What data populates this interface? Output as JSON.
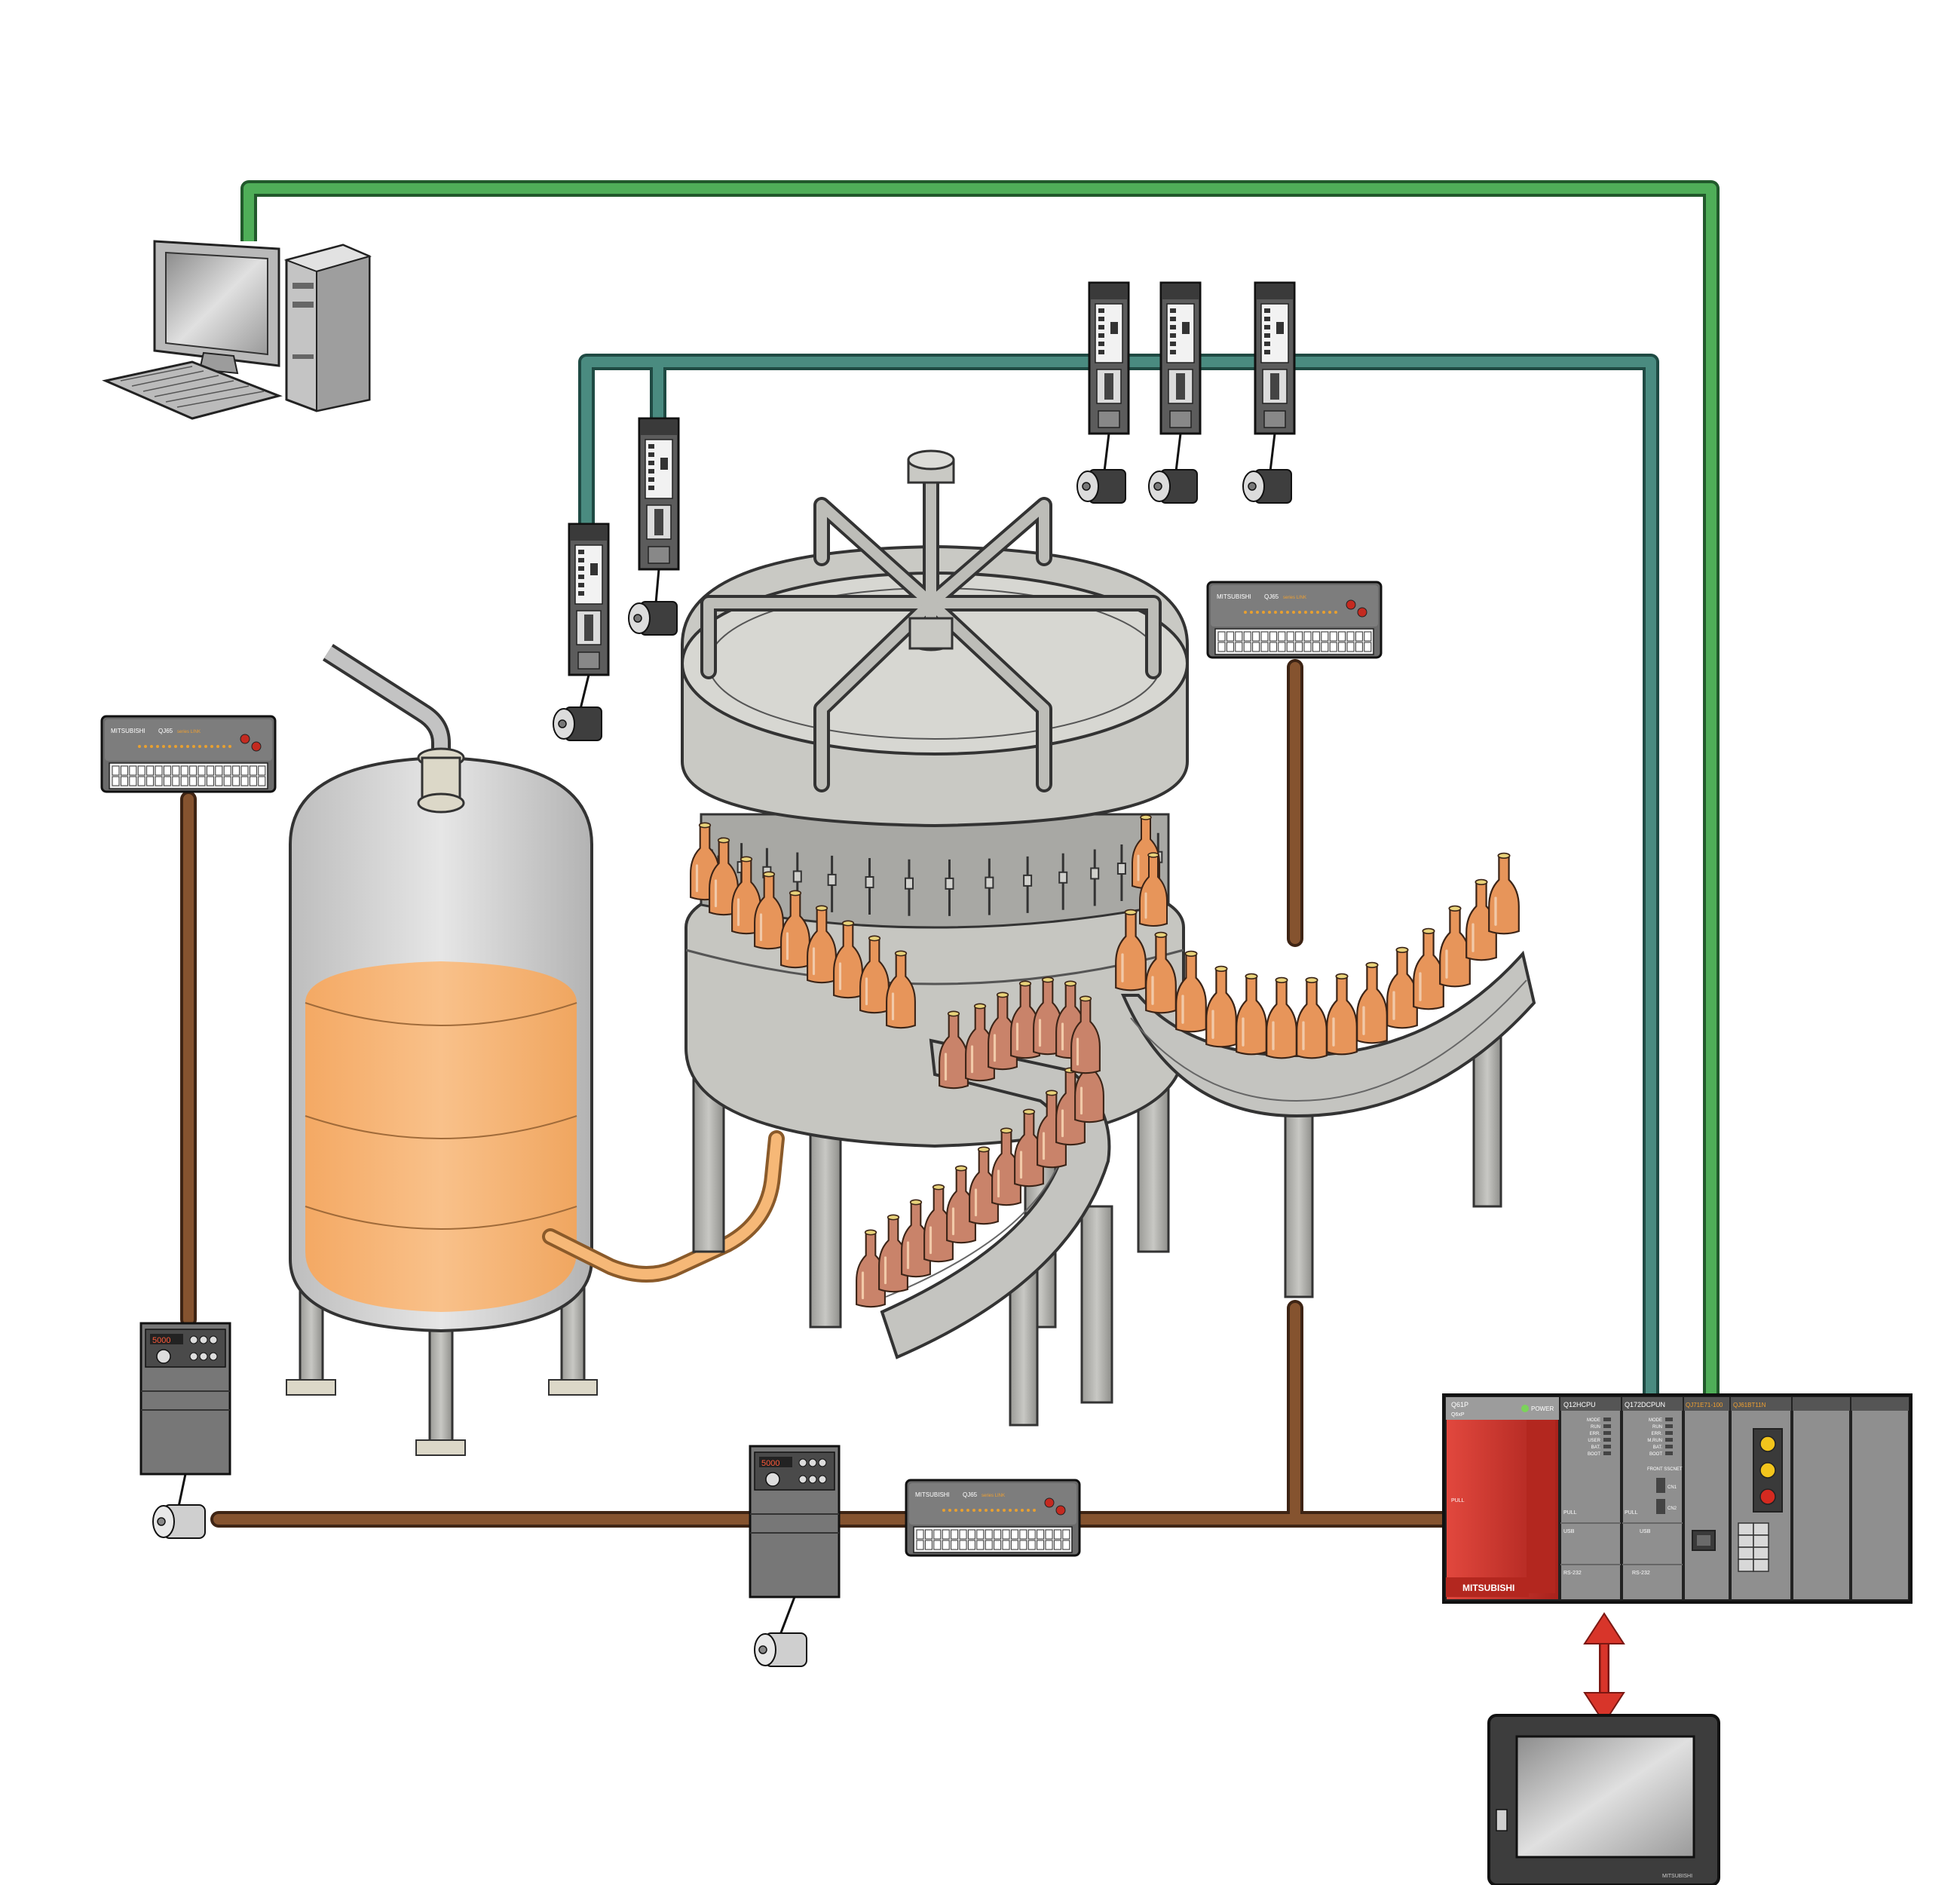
{
  "colors": {
    "ethernet_green": "#3f9a4a",
    "ethernet_green_edge": "#21592b",
    "motion_teal": "#3f7a70",
    "motion_teal_edge": "#1f4a43",
    "field_brown": "#7a4a2a",
    "field_brown_edge": "#3e2414",
    "beer_orange": "#f6b877",
    "bottle_amber": "#c9836a",
    "bottle_fill": "#e7955a",
    "machine_gray": "#c9c9c4",
    "plc_red": "#c8302a",
    "hmi_link_red": "#d8352a"
  },
  "icons": [
    "computer-icon",
    "servo-amplifier-icon",
    "servo-motor-icon",
    "remote-io-icon",
    "inverter-icon",
    "induction-motor-icon",
    "plc-rack-icon",
    "hmi-panel-icon"
  ],
  "remote_io": {
    "brand": "MITSUBISHI",
    "model": "QJ65",
    "sub": "series LINK"
  },
  "inverter": {
    "display": "5000"
  },
  "plc": {
    "power_supply": {
      "model": "Q61P",
      "sub": "Q6xP",
      "power_label": "POWER",
      "pull_label": "PULL",
      "brand": "MITSUBISHI"
    },
    "cpu1": {
      "model": "Q12HCPU",
      "leds": [
        "MODE",
        "RUN",
        "ERR.",
        "USER",
        "BAT.",
        "BOOT"
      ],
      "pull_label": "PULL",
      "usb_label": "USB",
      "rs_label": "RS-232"
    },
    "cpu2": {
      "model": "Q172DCPUN",
      "leds": [
        "MODE",
        "RUN",
        "ERR.",
        "M.RUN",
        "BAT.",
        "BOOT"
      ],
      "front_label": "FRONT SSCNET",
      "cn1": "CN1",
      "cn2": "CN2",
      "pull_label": "PULL",
      "usb_label": "USB",
      "rs_label": "RS-232"
    },
    "ethernet": {
      "model": "QJ71E71-100"
    },
    "link": {
      "model": "QJ61BT11N"
    }
  },
  "hmi": {
    "brand": "MITSUBISHI"
  }
}
